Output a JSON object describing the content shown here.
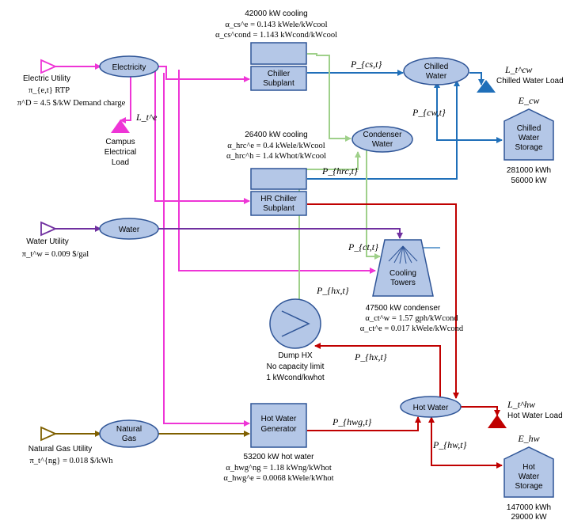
{
  "colors": {
    "electric": "#ee35d6",
    "chilled": "#1f6fb9",
    "condenser": "#9fd08a",
    "water": "#7030a0",
    "hot": "#c00000",
    "gas": "#7f6000",
    "node_fill": "#b4c7e7",
    "node_stroke": "#2f5597"
  },
  "sources": {
    "electric": {
      "name": "Electric Utility",
      "price": "π_{e,t} RTP",
      "demand": "π^D = 4.5 $/kW Demand charge"
    },
    "water": {
      "name": "Water Utility",
      "price": "π_t^w = 0.009 $/gal"
    },
    "gas": {
      "name": "Natural Gas Utility",
      "price": "π_t^{ng} = 0.018 $/kWh"
    }
  },
  "nodes": {
    "electricity": "Electricity",
    "water": "Water",
    "natural_gas_1": "Natural",
    "natural_gas_2": "Gas",
    "chilled_water_1": "Chilled",
    "chilled_water_2": "Water",
    "condenser_water_1": "Condenser",
    "condenser_water_2": "Water",
    "hot_water": "Hot Water"
  },
  "equipment": {
    "chiller": {
      "l1": "Chiller",
      "l2": "Subplant",
      "cap": "42000 kW cooling",
      "a1": "α_cs^e = 0.143 kWele/kWcool",
      "a2": "α_cs^cond = 1.143 kWcond/kWcool"
    },
    "hrc": {
      "l1": "HR Chiller",
      "l2": "Subplant",
      "cap": "26400 kW cooling",
      "a1": "α_hrc^e = 0.4 kWele/kWcool",
      "a2": "α_hrc^h = 1.4 kWhot/kWcool"
    },
    "towers": {
      "l1": "Cooling",
      "l2": "Towers",
      "cap": "47500 kW condenser",
      "a1": "α_ct^w = 1.57 gph/kWcond",
      "a2": "α_ct^e = 0.017 kWele/kWcond"
    },
    "dump": {
      "l1": "Dump HX",
      "l2": "No capacity limit",
      "l3": "1 kWcond/kwhot"
    },
    "hwg": {
      "l1": "Hot Water",
      "l2": "Generator",
      "cap": "53200 kW hot water",
      "a1": "α_hwg^ng = 1.18 kWng/kWhot",
      "a2": "α_hwg^e = 0.0068 kWele/kWhot"
    }
  },
  "storage": {
    "chilled": {
      "l1": "Chilled",
      "l2": "Water",
      "l3": "Storage",
      "energy": "281000 kWh",
      "power": "56000 kW",
      "sym": "E_cw"
    },
    "hot": {
      "l1": "Hot",
      "l2": "Water",
      "l3": "Storage",
      "energy": "147000 kWh",
      "power": "29000 kW",
      "sym": "E_hw"
    }
  },
  "loads": {
    "campus": {
      "l1": "Campus",
      "l2": "Electrical",
      "l3": "Load",
      "sym": "L_t^e"
    },
    "chilled": {
      "name": "Chilled Water Load",
      "sym": "L_t^cw"
    },
    "hot": {
      "name": "Hot Water Load",
      "sym": "L_t^hw"
    }
  },
  "flows": {
    "pcs": "P_{cs,t}",
    "pcw": "P_{cw,t}",
    "phrc": "P_{hrc,t}",
    "pct": "P_{ct,t}",
    "phx1": "P_{hx,t}",
    "phx2": "P_{hx,t}",
    "phwg": "P_{hwg,t}",
    "phw": "P_{hw,t}"
  }
}
